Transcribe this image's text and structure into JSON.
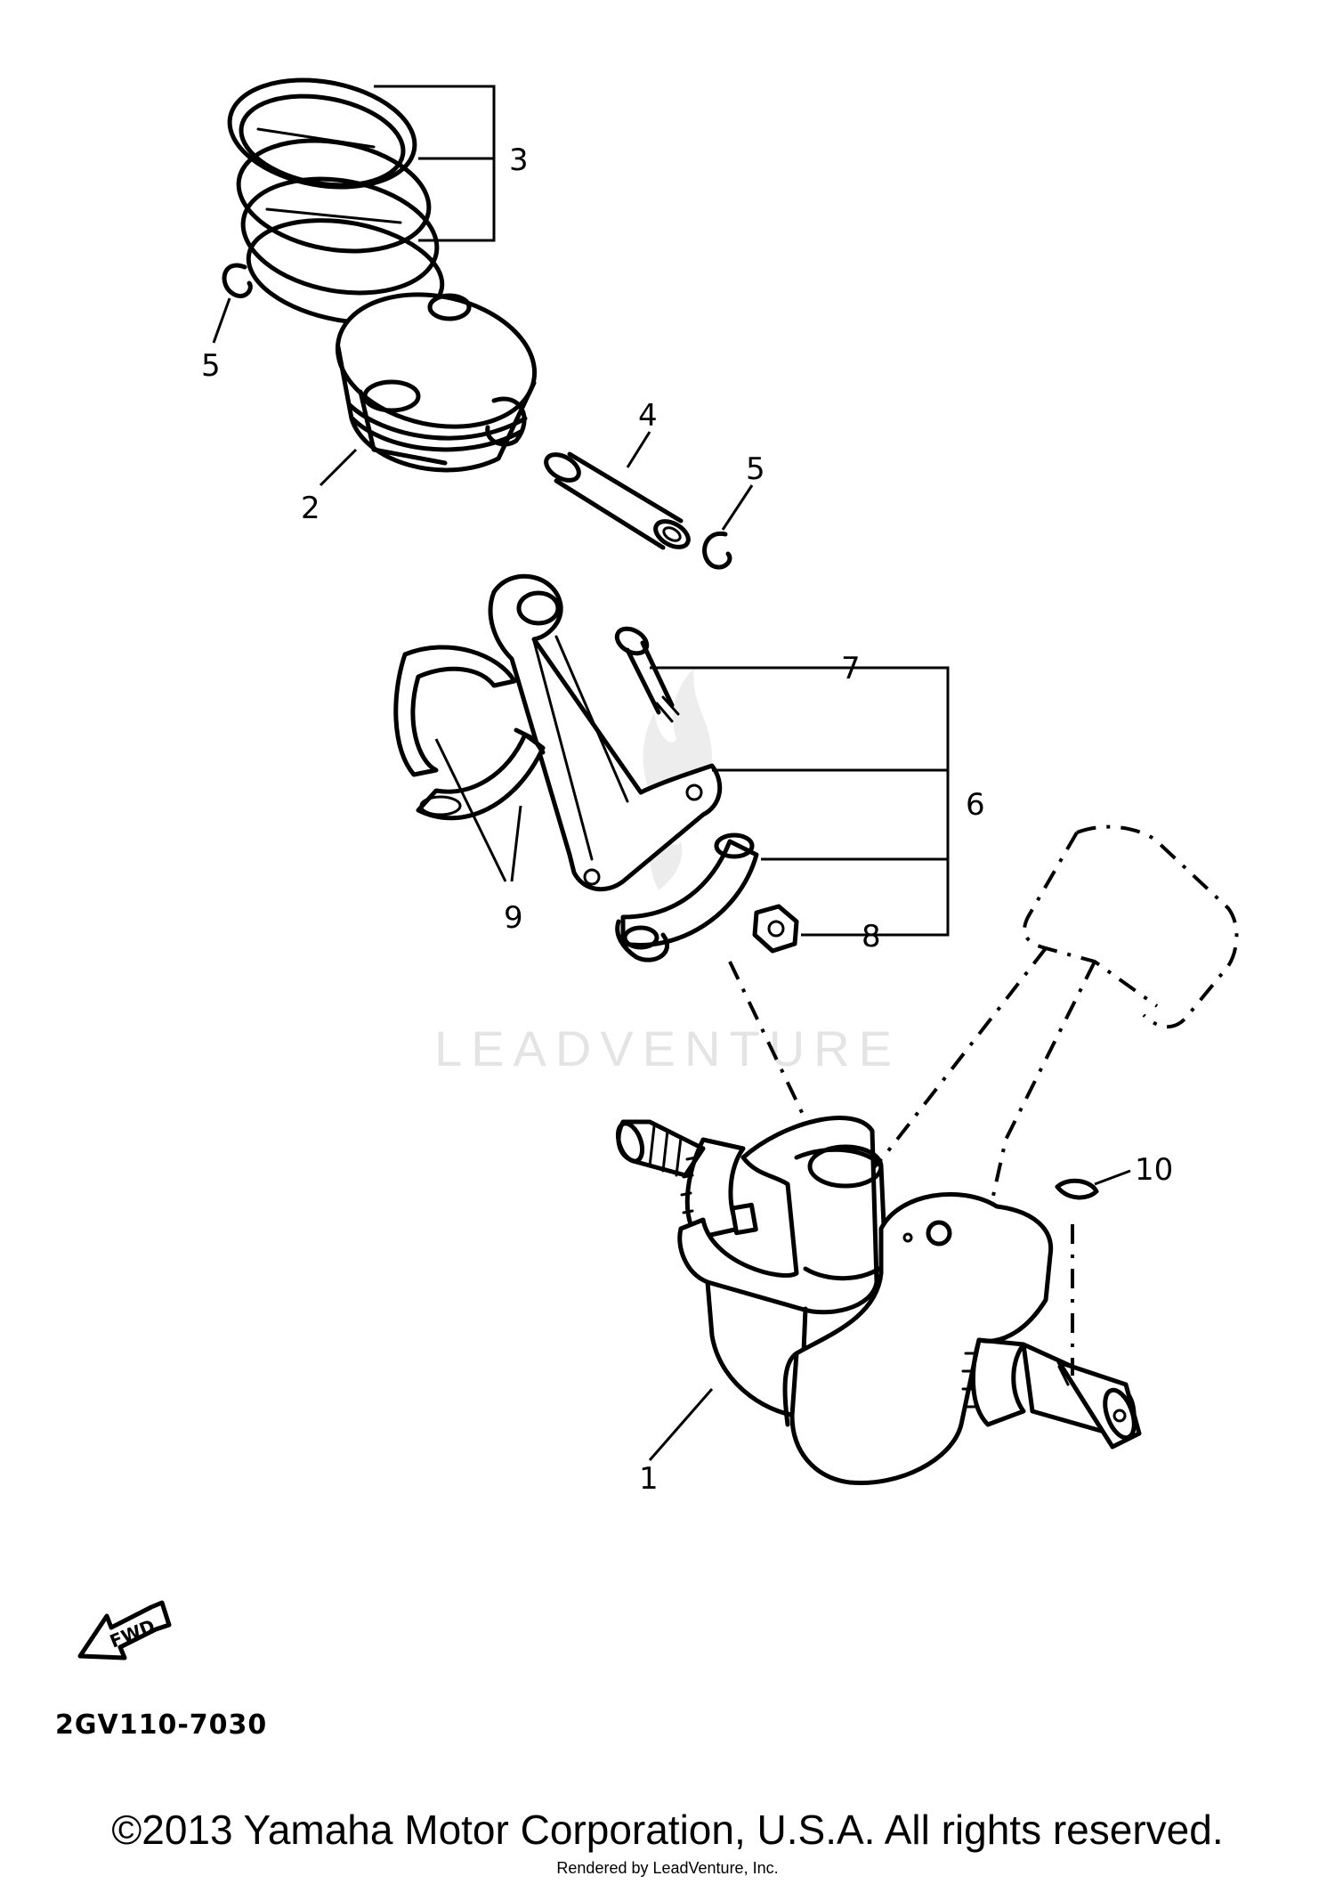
{
  "diagram": {
    "callouts": {
      "c1": "1",
      "c2": "2",
      "c3": "3",
      "c4": "4",
      "c5a": "5",
      "c5b": "5",
      "c6": "6",
      "c7": "7",
      "c8": "8",
      "c9": "9",
      "c10": "10"
    },
    "fwd_label": "FWD",
    "part_code": "2GV110-7030"
  },
  "watermark": {
    "text": "LEADVENTURE"
  },
  "footer": {
    "copyright": "©2013 Yamaha Motor Corporation, U.S.A. All rights reserved.",
    "rendered_by": "Rendered by LeadVenture, Inc."
  }
}
